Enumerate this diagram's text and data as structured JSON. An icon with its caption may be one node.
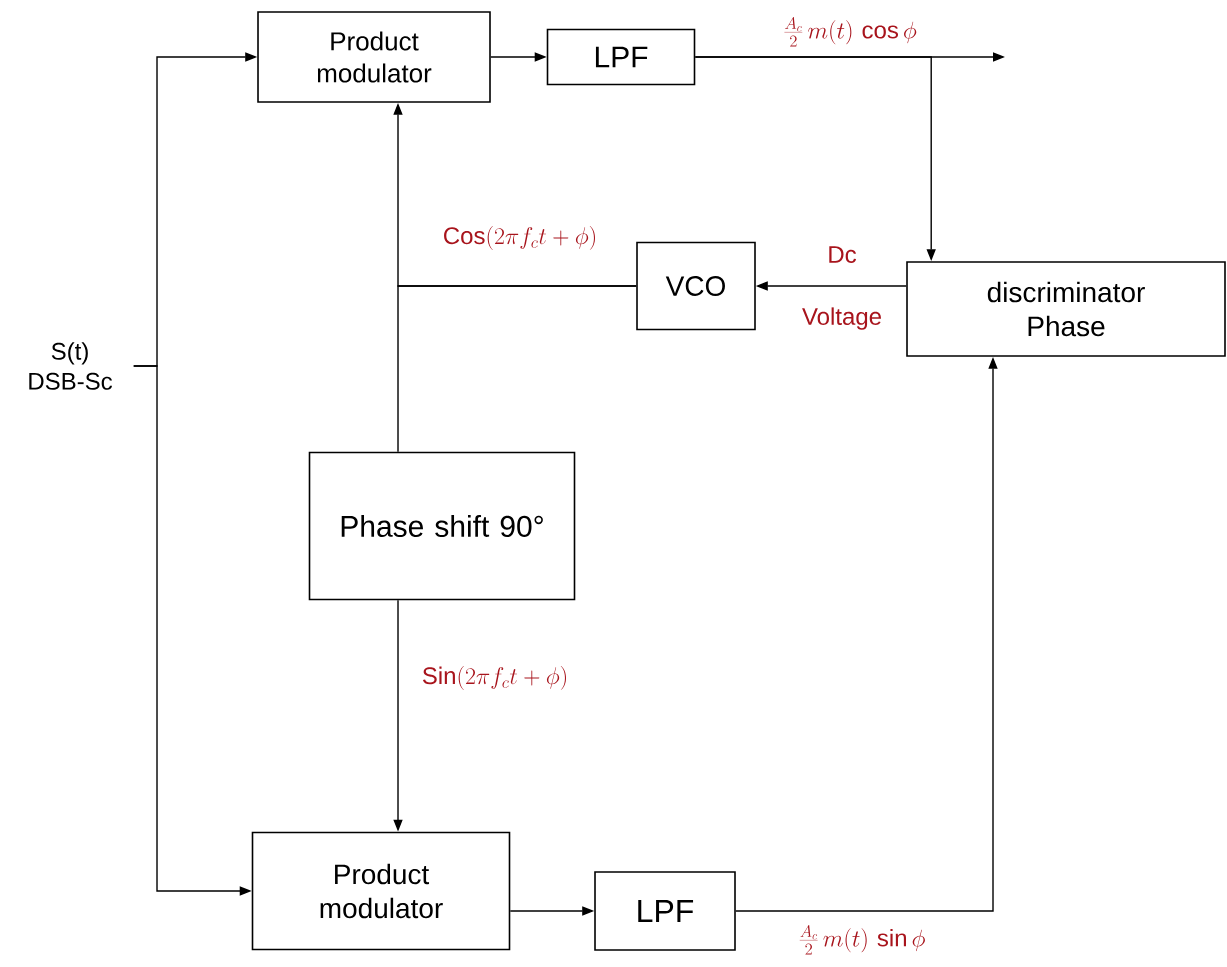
{
  "diagram": {
    "nodes": [
      {
        "text": [
          "Product modulator"
        ]
      },
      {
        "text": [
          "LPF"
        ]
      },
      {
        "text": [
          "VCO"
        ]
      },
      {
        "text": [
          "discriminator Phase"
        ]
      },
      {
        "text": [
          "Phase shift 90°"
        ]
      },
      {
        "text": [
          "Product modulator"
        ]
      },
      {
        "text": [
          "LPF"
        ]
      },
      {
        "text": [
          "S(t) DSB-Sc"
        ]
      }
    ],
    "edges": [
      {
        "from": 7,
        "to": 0,
        "arrow": "to"
      },
      {
        "from": 7,
        "to": 5,
        "arrow": "to"
      },
      {
        "from": 0,
        "to": 1,
        "arrow": "to"
      },
      {
        "from": 1,
        "to": null,
        "arrow": "to",
        "label": "\\frac{A_c}{2}\\,m(t)\\,\\cos\\phi"
      },
      {
        "from": 1,
        "to": 3,
        "arrow": "to"
      },
      {
        "from": 3,
        "to": 2,
        "arrow": "to",
        "label": "Dc Voltage"
      },
      {
        "from": 2,
        "to": 0,
        "arrow": "to",
        "label": "\\mathrm{Cos}(2\\pi f_c t+\\phi)"
      },
      {
        "from": 2,
        "to": 4,
        "arrow": "none"
      },
      {
        "from": 4,
        "to": 5,
        "arrow": "to",
        "label": "\\mathrm{Sin}(2\\pi f_c t+\\phi)"
      },
      {
        "from": 5,
        "to": 6,
        "arrow": "to"
      },
      {
        "from": 6,
        "to": 3,
        "arrow": "to",
        "label": "\\frac{A_c}{2}\\,m(t)\\,\\sin\\phi"
      }
    ]
  }
}
